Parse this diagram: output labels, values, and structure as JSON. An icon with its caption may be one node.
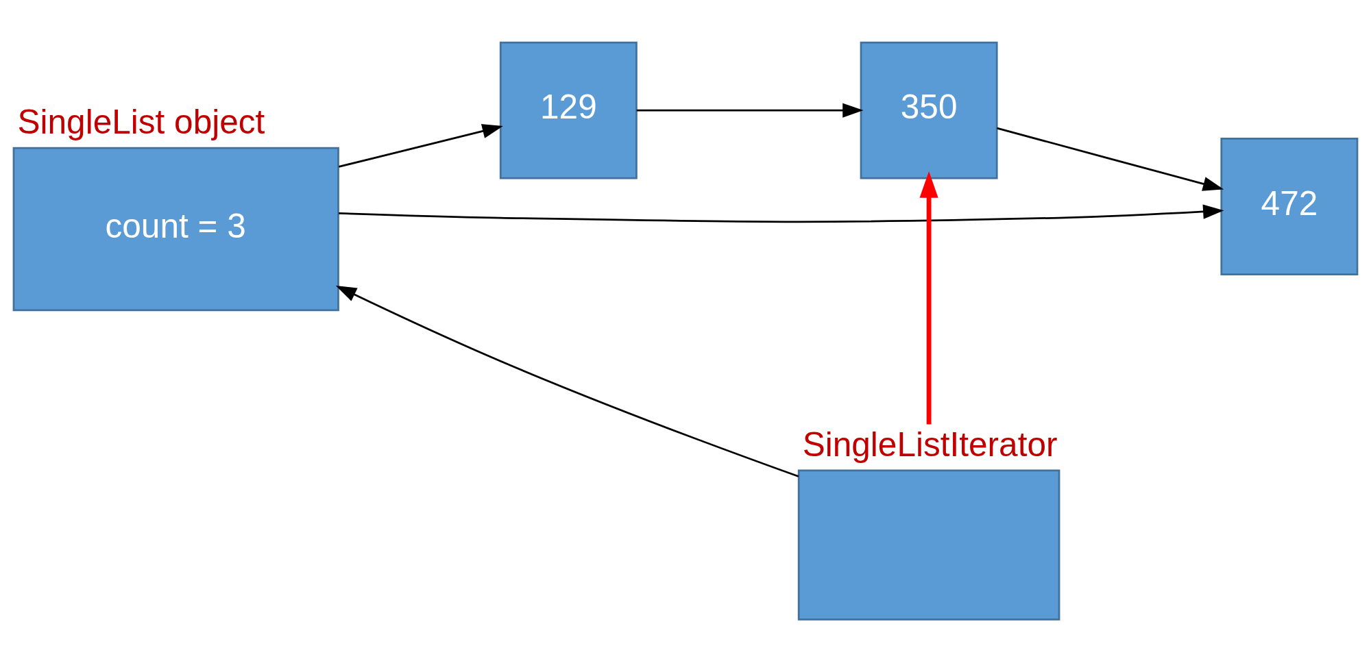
{
  "diagram": {
    "nodes": [
      {
        "text": [
          "SingleList object",
          "count = 3"
        ]
      },
      {
        "text": [
          "129"
        ]
      },
      {
        "text": [
          "350"
        ]
      },
      {
        "text": [
          "472"
        ]
      },
      {
        "text": [
          "SingleListIterator"
        ]
      }
    ],
    "edges": [
      {
        "from": 0,
        "to": 1,
        "arrow": "to"
      },
      {
        "from": 1,
        "to": 2,
        "arrow": "to"
      },
      {
        "from": 0,
        "to": 3,
        "arrow": "to"
      },
      {
        "from": 2,
        "to": 3,
        "arrow": "to"
      },
      {
        "from": 4,
        "to": 0,
        "arrow": "to"
      },
      {
        "from": 4,
        "to": 2,
        "arrow": "to",
        "color": "#ff0000",
        "style": "thick"
      }
    ]
  }
}
